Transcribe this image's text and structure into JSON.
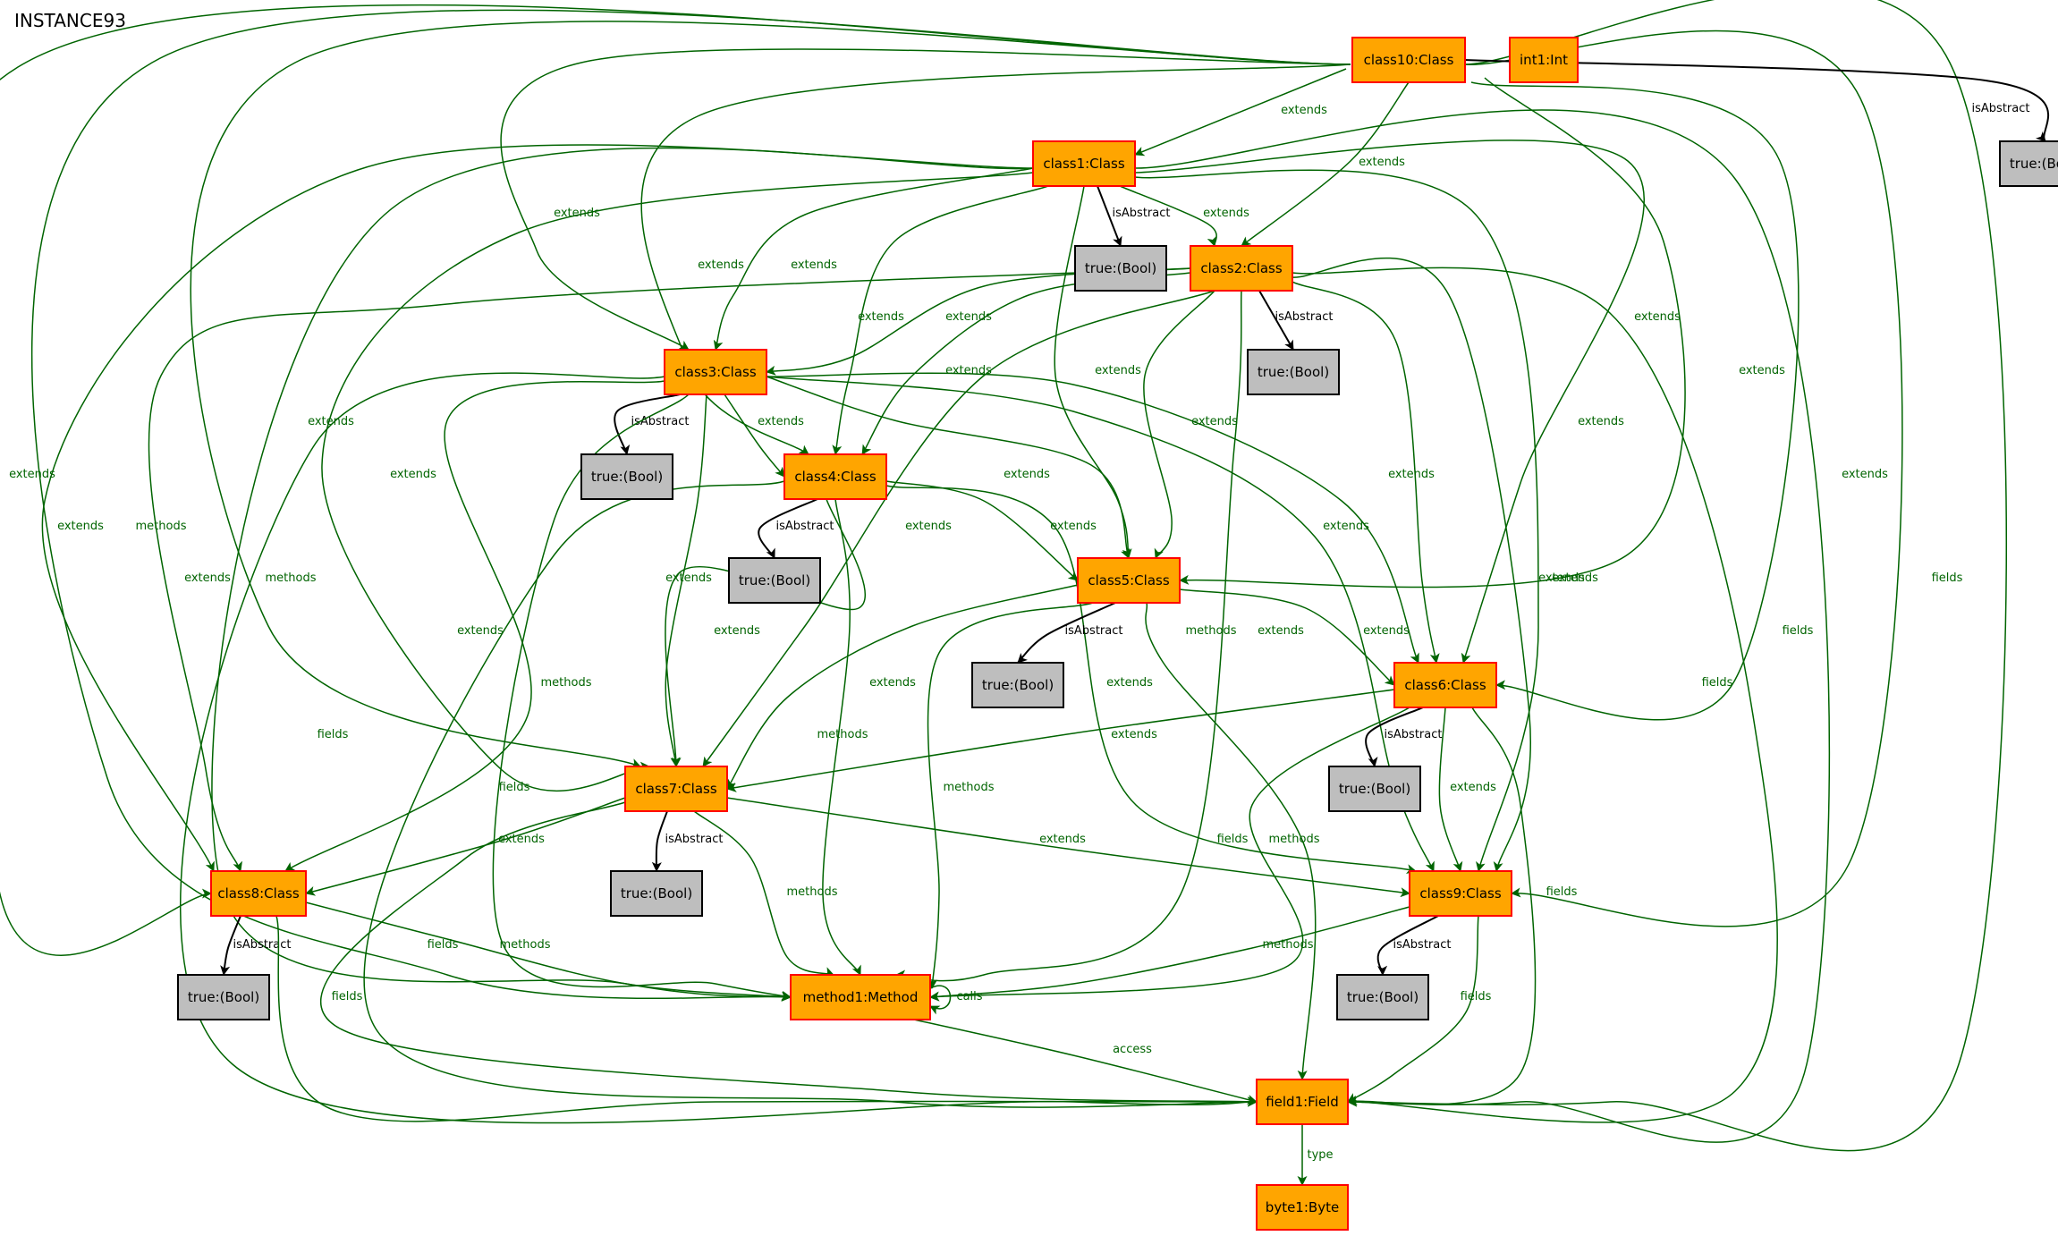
{
  "title": "INSTANCE93",
  "colors": {
    "class_fill": "#FFA500",
    "class_border": "#FF0000",
    "bool_fill": "#BEBEBE",
    "bool_border": "#000000",
    "edge_green": "#006400",
    "edge_black": "#000000"
  },
  "nodes": [
    {
      "id": "class10",
      "label": "class10:Class",
      "kind": "class"
    },
    {
      "id": "int1",
      "label": "int1:Int",
      "kind": "class"
    },
    {
      "id": "t10",
      "label": "true:(Bool)",
      "kind": "bool"
    },
    {
      "id": "class1",
      "label": "class1:Class",
      "kind": "class"
    },
    {
      "id": "t1",
      "label": "true:(Bool)",
      "kind": "bool"
    },
    {
      "id": "class2",
      "label": "class2:Class",
      "kind": "class"
    },
    {
      "id": "t2",
      "label": "true:(Bool)",
      "kind": "bool"
    },
    {
      "id": "class3",
      "label": "class3:Class",
      "kind": "class"
    },
    {
      "id": "t3",
      "label": "true:(Bool)",
      "kind": "bool"
    },
    {
      "id": "class4",
      "label": "class4:Class",
      "kind": "class"
    },
    {
      "id": "t4",
      "label": "true:(Bool)",
      "kind": "bool"
    },
    {
      "id": "class5",
      "label": "class5:Class",
      "kind": "class"
    },
    {
      "id": "t5",
      "label": "true:(Bool)",
      "kind": "bool"
    },
    {
      "id": "class6",
      "label": "class6:Class",
      "kind": "class"
    },
    {
      "id": "t6",
      "label": "true:(Bool)",
      "kind": "bool"
    },
    {
      "id": "class7",
      "label": "class7:Class",
      "kind": "class"
    },
    {
      "id": "t7",
      "label": "true:(Bool)",
      "kind": "bool"
    },
    {
      "id": "class8",
      "label": "class8:Class",
      "kind": "class"
    },
    {
      "id": "t8",
      "label": "true:(Bool)",
      "kind": "bool"
    },
    {
      "id": "class9",
      "label": "class9:Class",
      "kind": "class"
    },
    {
      "id": "t9",
      "label": "true:(Bool)",
      "kind": "bool"
    },
    {
      "id": "method1",
      "label": "method1:Method",
      "kind": "class"
    },
    {
      "id": "field1",
      "label": "field1:Field",
      "kind": "class"
    },
    {
      "id": "byte1",
      "label": "byte1:Byte",
      "kind": "class"
    }
  ],
  "edges": [
    {
      "from": "class10",
      "to": "class1",
      "label": "extends",
      "color": "green"
    },
    {
      "from": "class10",
      "to": "class2",
      "label": "extends",
      "color": "green"
    },
    {
      "from": "class10",
      "to": "class3",
      "label": "extends",
      "color": "green"
    },
    {
      "from": "class10",
      "to": "class4",
      "label": "extends",
      "color": "green"
    },
    {
      "from": "class10",
      "to": "class5",
      "label": "extends",
      "color": "green"
    },
    {
      "from": "class10",
      "to": "class6",
      "label": "extends",
      "color": "green"
    },
    {
      "from": "class10",
      "to": "class7",
      "label": "extends",
      "color": "green"
    },
    {
      "from": "class10",
      "to": "class8",
      "label": "extends",
      "color": "green"
    },
    {
      "from": "class10",
      "to": "class9",
      "label": "extends",
      "color": "green"
    },
    {
      "from": "class10",
      "to": "method1",
      "label": "methods",
      "color": "green"
    },
    {
      "from": "class10",
      "to": "field1",
      "label": "fields",
      "color": "green"
    },
    {
      "from": "class10",
      "to": "t10",
      "label": "isAbstract",
      "color": "black"
    },
    {
      "from": "class1",
      "to": "t1",
      "label": "isAbstract",
      "color": "black"
    },
    {
      "from": "class1",
      "to": "class2",
      "label": "extends",
      "color": "green"
    },
    {
      "from": "class1",
      "to": "class3",
      "label": "extends",
      "color": "green"
    },
    {
      "from": "class1",
      "to": "class4",
      "label": "extends",
      "color": "green"
    },
    {
      "from": "class1",
      "to": "class5",
      "label": "extends",
      "color": "green"
    },
    {
      "from": "class1",
      "to": "class6",
      "label": "extends",
      "color": "green"
    },
    {
      "from": "class1",
      "to": "class7",
      "label": "extends",
      "color": "green"
    },
    {
      "from": "class1",
      "to": "class8",
      "label": "extends",
      "color": "green"
    },
    {
      "from": "class1",
      "to": "class9",
      "label": "extends",
      "color": "green"
    },
    {
      "from": "class1",
      "to": "method1",
      "label": "methods",
      "color": "green"
    },
    {
      "from": "class1",
      "to": "field1",
      "label": "fields",
      "color": "green"
    },
    {
      "from": "class2",
      "to": "t2",
      "label": "isAbstract",
      "color": "black"
    },
    {
      "from": "class2",
      "to": "class3",
      "label": "extends",
      "color": "green"
    },
    {
      "from": "class2",
      "to": "class4",
      "label": "extends",
      "color": "green"
    },
    {
      "from": "class2",
      "to": "class5",
      "label": "extends",
      "color": "green"
    },
    {
      "from": "class2",
      "to": "class6",
      "label": "extends",
      "color": "green"
    },
    {
      "from": "class2",
      "to": "class7",
      "label": "extends",
      "color": "green"
    },
    {
      "from": "class2",
      "to": "class8",
      "label": "extends",
      "color": "green"
    },
    {
      "from": "class2",
      "to": "class9",
      "label": "extends",
      "color": "green"
    },
    {
      "from": "class2",
      "to": "method1",
      "label": "methods",
      "color": "green"
    },
    {
      "from": "class2",
      "to": "field1",
      "label": "fields",
      "color": "green"
    },
    {
      "from": "class3",
      "to": "t3",
      "label": "isAbstract",
      "color": "black"
    },
    {
      "from": "class3",
      "to": "class4",
      "label": "extends",
      "color": "green"
    },
    {
      "from": "class3",
      "to": "class5",
      "label": "extends",
      "color": "green"
    },
    {
      "from": "class3",
      "to": "class6",
      "label": "extends",
      "color": "green"
    },
    {
      "from": "class3",
      "to": "class7",
      "label": "extends",
      "color": "green"
    },
    {
      "from": "class3",
      "to": "class8",
      "label": "extends",
      "color": "green"
    },
    {
      "from": "class3",
      "to": "class9",
      "label": "extends",
      "color": "green"
    },
    {
      "from": "class3",
      "to": "method1",
      "label": "methods",
      "color": "green"
    },
    {
      "from": "class3",
      "to": "field1",
      "label": "fields",
      "color": "green"
    },
    {
      "from": "class4",
      "to": "t4",
      "label": "isAbstract",
      "color": "black"
    },
    {
      "from": "class4",
      "to": "class5",
      "label": "extends",
      "color": "green"
    },
    {
      "from": "class4",
      "to": "class7",
      "label": "extends",
      "color": "green"
    },
    {
      "from": "class4",
      "to": "class9",
      "label": "extends",
      "color": "green"
    },
    {
      "from": "class4",
      "to": "method1",
      "label": "methods",
      "color": "green"
    },
    {
      "from": "class4",
      "to": "field1",
      "label": "fields",
      "color": "green"
    },
    {
      "from": "class5",
      "to": "t5",
      "label": "isAbstract",
      "color": "black"
    },
    {
      "from": "class5",
      "to": "class6",
      "label": "extends",
      "color": "green"
    },
    {
      "from": "class5",
      "to": "class7",
      "label": "extends",
      "color": "green"
    },
    {
      "from": "class5",
      "to": "method1",
      "label": "methods",
      "color": "green"
    },
    {
      "from": "class5",
      "to": "field1",
      "label": "fields",
      "color": "green"
    },
    {
      "from": "class6",
      "to": "t6",
      "label": "isAbstract",
      "color": "black"
    },
    {
      "from": "class6",
      "to": "class7",
      "label": "extends",
      "color": "green"
    },
    {
      "from": "class6",
      "to": "class9",
      "label": "extends",
      "color": "green"
    },
    {
      "from": "class6",
      "to": "method1",
      "label": "methods",
      "color": "green"
    },
    {
      "from": "class6",
      "to": "field1",
      "label": "fields",
      "color": "green"
    },
    {
      "from": "class7",
      "to": "t7",
      "label": "isAbstract",
      "color": "black"
    },
    {
      "from": "class7",
      "to": "class8",
      "label": "extends",
      "color": "green"
    },
    {
      "from": "class7",
      "to": "class9",
      "label": "extends",
      "color": "green"
    },
    {
      "from": "class7",
      "to": "method1",
      "label": "methods",
      "color": "green"
    },
    {
      "from": "class7",
      "to": "field1",
      "label": "fields",
      "color": "green"
    },
    {
      "from": "class8",
      "to": "t8",
      "label": "isAbstract",
      "color": "black"
    },
    {
      "from": "class8",
      "to": "method1",
      "label": "methods",
      "color": "green"
    },
    {
      "from": "class8",
      "to": "field1",
      "label": "fields",
      "color": "green"
    },
    {
      "from": "class9",
      "to": "t9",
      "label": "isAbstract",
      "color": "black"
    },
    {
      "from": "class9",
      "to": "method1",
      "label": "methods",
      "color": "green"
    },
    {
      "from": "class9",
      "to": "field1",
      "label": "fields",
      "color": "green"
    },
    {
      "from": "method1",
      "to": "method1",
      "label": "calls",
      "color": "green"
    },
    {
      "from": "method1",
      "to": "field1",
      "label": "access",
      "color": "green"
    },
    {
      "from": "field1",
      "to": "byte1",
      "label": "type",
      "color": "green"
    }
  ]
}
